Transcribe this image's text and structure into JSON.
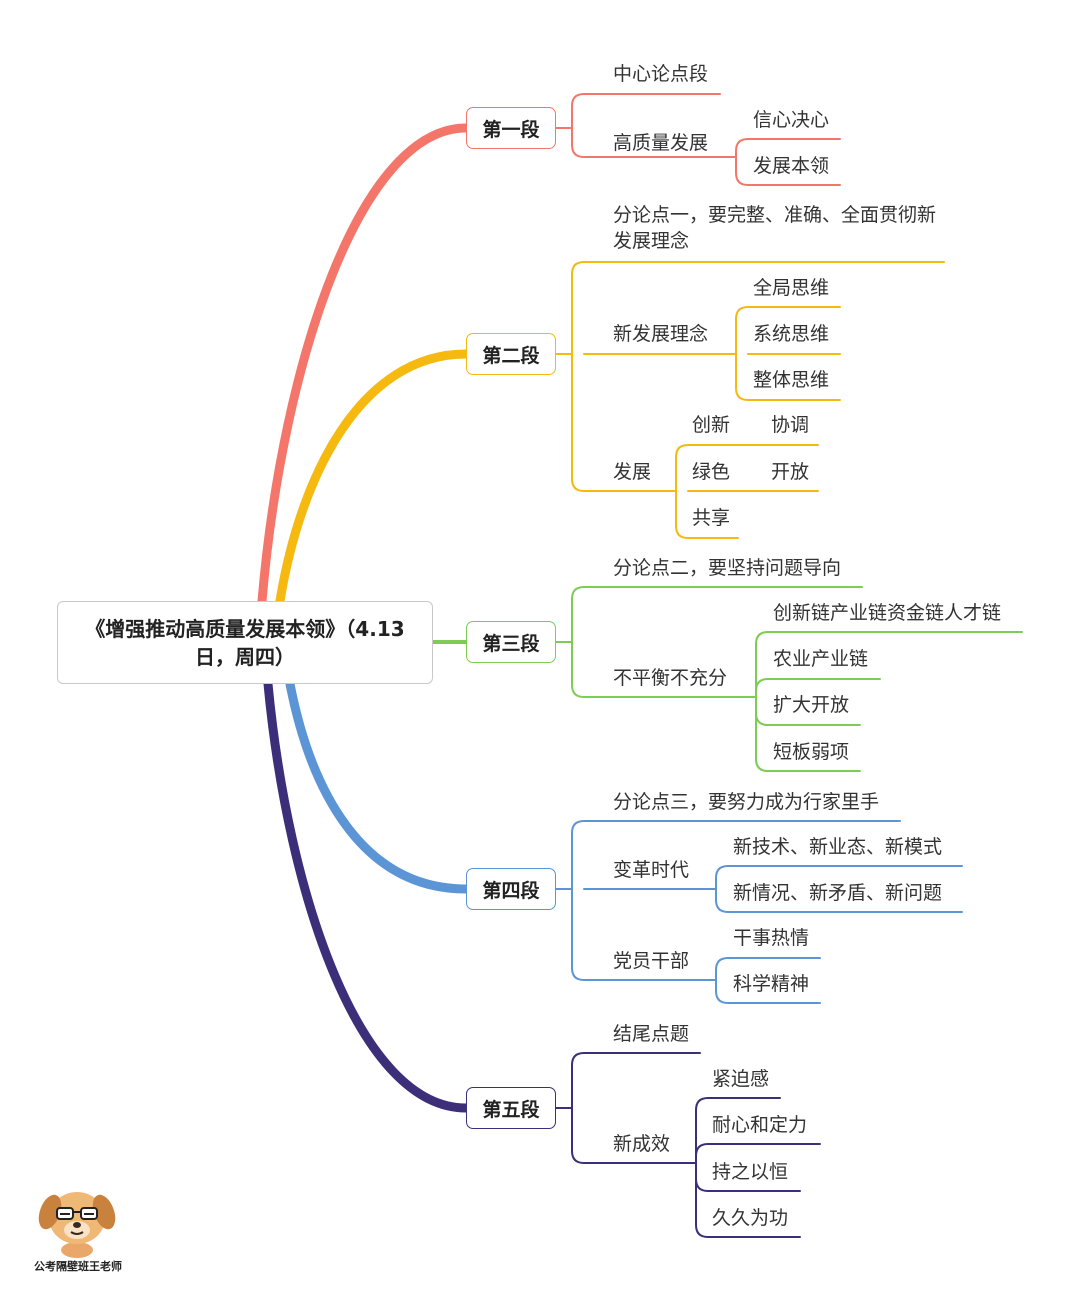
{
  "root": {
    "title": "《增强推动高质量发展本领》（4.13日，周四）"
  },
  "colors": {
    "s1": "#f4766a",
    "s2": "#f5b90f",
    "s3": "#7ecb56",
    "s4": "#5b95d6",
    "s5": "#3d2e7a"
  },
  "sections": [
    {
      "label": "第一段",
      "items": {
        "a": "中心论点段",
        "b": "高质量发展",
        "b1": "信心决心",
        "b2": "发展本领"
      }
    },
    {
      "label": "第二段",
      "items": {
        "a": "分论点一，要完整、准确、全面贯彻新发展理念",
        "b": "新发展理念",
        "b1": "全局思维",
        "b2": "系统思维",
        "b3": "整体思维",
        "c": "发展",
        "c1": "创新",
        "c1x": "协调",
        "c2": "绿色",
        "c2x": "开放",
        "c3": "共享"
      }
    },
    {
      "label": "第三段",
      "items": {
        "a": "分论点二，要坚持问题导向",
        "b": "不平衡不充分",
        "b1": "创新链产业链资金链人才链",
        "b2": "农业产业链",
        "b3": "扩大开放",
        "b4": "短板弱项"
      }
    },
    {
      "label": "第四段",
      "items": {
        "a": "分论点三，要努力成为行家里手",
        "b": "变革时代",
        "b1": "新技术、新业态、新模式",
        "b2": "新情况、新矛盾、新问题",
        "c": "党员干部",
        "c1": "干事热情",
        "c2": "科学精神"
      }
    },
    {
      "label": "第五段",
      "items": {
        "a": "结尾点题",
        "b": "新成效",
        "b1": "紧迫感",
        "b2": "耐心和定力",
        "b3": "持之以恒",
        "b4": "久久为功"
      }
    }
  ],
  "credit": "公考隔壁班王老师"
}
